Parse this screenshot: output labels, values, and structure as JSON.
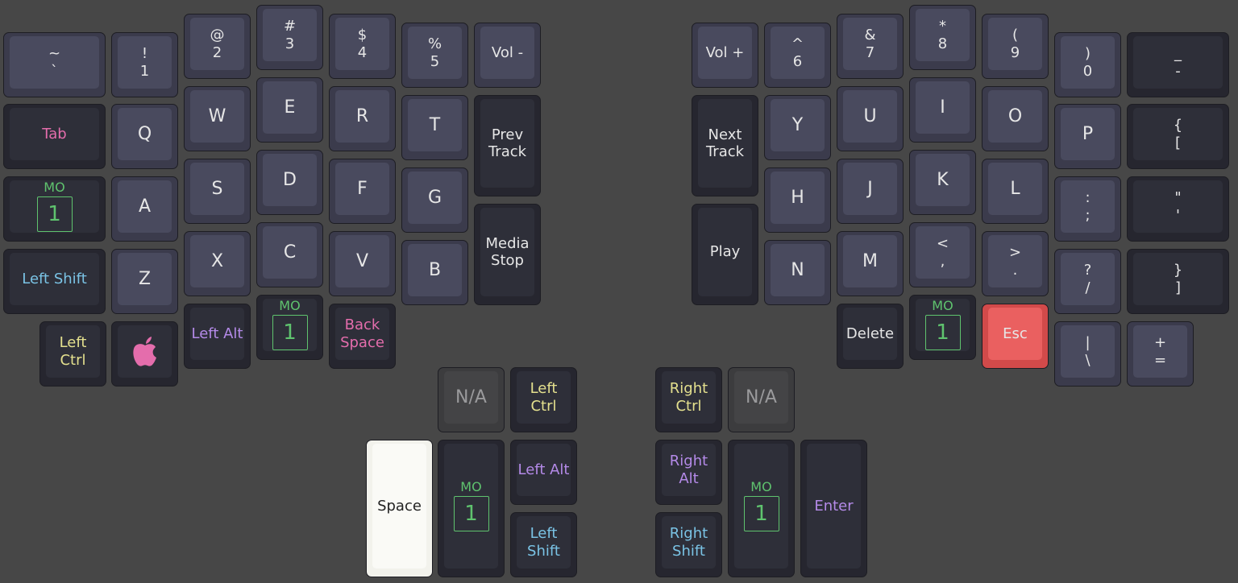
{
  "colors": {
    "default": "#e6e6e6",
    "pink": "#e46dac",
    "green": "#5fc36e",
    "blue": "#7ac3e5",
    "yellow": "#e4e08e",
    "purple": "#b48ae8",
    "dark": "#222222",
    "na": "#9a9a9c"
  },
  "keys": [
    {
      "id": "tilde",
      "l": [
        "~",
        "`"
      ],
      "t": "alpha",
      "c": "default",
      "s": "sym"
    },
    {
      "id": "1",
      "l": [
        "!",
        "1"
      ],
      "t": "alpha",
      "c": "default",
      "s": "sym"
    },
    {
      "id": "2",
      "l": [
        "@",
        "2"
      ],
      "t": "alpha",
      "c": "default",
      "s": "sym"
    },
    {
      "id": "3",
      "l": [
        "#",
        "3"
      ],
      "t": "alpha",
      "c": "default",
      "s": "sym"
    },
    {
      "id": "4",
      "l": [
        "$",
        "4"
      ],
      "t": "alpha",
      "c": "default",
      "s": "sym"
    },
    {
      "id": "5",
      "l": [
        "%",
        "5"
      ],
      "t": "alpha",
      "c": "default",
      "s": "sym"
    },
    {
      "id": "vol-down",
      "l": [
        "Vol -"
      ],
      "t": "alpha",
      "c": "default",
      "s": "word"
    },
    {
      "id": "vol-up",
      "l": [
        "Vol +"
      ],
      "t": "alpha",
      "c": "default",
      "s": "word"
    },
    {
      "id": "6",
      "l": [
        "^",
        "6"
      ],
      "t": "alpha",
      "c": "default",
      "s": "sym"
    },
    {
      "id": "7",
      "l": [
        "&",
        "7"
      ],
      "t": "alpha",
      "c": "default",
      "s": "sym"
    },
    {
      "id": "8",
      "l": [
        "*",
        "8"
      ],
      "t": "alpha",
      "c": "default",
      "s": "sym"
    },
    {
      "id": "9",
      "l": [
        "(",
        "9"
      ],
      "t": "alpha",
      "c": "default",
      "s": "sym"
    },
    {
      "id": "0",
      "l": [
        ")",
        "0"
      ],
      "t": "alpha",
      "c": "default",
      "s": "sym"
    },
    {
      "id": "minus",
      "l": [
        "_",
        "-"
      ],
      "t": "mod",
      "c": "default",
      "s": "sym"
    },
    {
      "id": "tab",
      "l": [
        "Tab"
      ],
      "t": "mod",
      "c": "pink",
      "s": "word"
    },
    {
      "id": "q",
      "l": [
        "Q"
      ],
      "t": "alpha",
      "c": "default",
      "s": "big"
    },
    {
      "id": "w",
      "l": [
        "W"
      ],
      "t": "alpha",
      "c": "default",
      "s": "big"
    },
    {
      "id": "e",
      "l": [
        "E"
      ],
      "t": "alpha",
      "c": "default",
      "s": "big"
    },
    {
      "id": "r",
      "l": [
        "R"
      ],
      "t": "alpha",
      "c": "default",
      "s": "big"
    },
    {
      "id": "t",
      "l": [
        "T"
      ],
      "t": "alpha",
      "c": "default",
      "s": "big"
    },
    {
      "id": "prev-track",
      "l": [
        "Prev",
        "Track"
      ],
      "t": "mod",
      "c": "default",
      "s": "word"
    },
    {
      "id": "next-track",
      "l": [
        "Next",
        "Track"
      ],
      "t": "mod",
      "c": "default",
      "s": "word"
    },
    {
      "id": "y",
      "l": [
        "Y"
      ],
      "t": "alpha",
      "c": "default",
      "s": "big"
    },
    {
      "id": "u",
      "l": [
        "U"
      ],
      "t": "alpha",
      "c": "default",
      "s": "big"
    },
    {
      "id": "i",
      "l": [
        "I"
      ],
      "t": "alpha",
      "c": "default",
      "s": "big"
    },
    {
      "id": "o",
      "l": [
        "O"
      ],
      "t": "alpha",
      "c": "default",
      "s": "big"
    },
    {
      "id": "p",
      "l": [
        "P"
      ],
      "t": "alpha",
      "c": "default",
      "s": "big"
    },
    {
      "id": "bracket",
      "l": [
        "{",
        "["
      ],
      "t": "mod",
      "c": "default",
      "s": "sym"
    },
    {
      "id": "mo-left-outer",
      "mo": "MO",
      "n": "1",
      "t": "mod",
      "c": "green"
    },
    {
      "id": "a",
      "l": [
        "A"
      ],
      "t": "alpha",
      "c": "default",
      "s": "big"
    },
    {
      "id": "s",
      "l": [
        "S"
      ],
      "t": "alpha",
      "c": "default",
      "s": "big"
    },
    {
      "id": "d",
      "l": [
        "D"
      ],
      "t": "alpha",
      "c": "default",
      "s": "big"
    },
    {
      "id": "f",
      "l": [
        "F"
      ],
      "t": "alpha",
      "c": "default",
      "s": "big"
    },
    {
      "id": "g",
      "l": [
        "G"
      ],
      "t": "alpha",
      "c": "default",
      "s": "big"
    },
    {
      "id": "media-stop",
      "l": [
        "Media",
        "Stop"
      ],
      "t": "mod",
      "c": "default",
      "s": "word"
    },
    {
      "id": "play",
      "l": [
        "Play"
      ],
      "t": "mod",
      "c": "default",
      "s": "word"
    },
    {
      "id": "h",
      "l": [
        "H"
      ],
      "t": "alpha",
      "c": "default",
      "s": "big"
    },
    {
      "id": "j",
      "l": [
        "J"
      ],
      "t": "alpha",
      "c": "default",
      "s": "big"
    },
    {
      "id": "k",
      "l": [
        "K"
      ],
      "t": "alpha",
      "c": "default",
      "s": "big"
    },
    {
      "id": "l",
      "l": [
        "L"
      ],
      "t": "alpha",
      "c": "default",
      "s": "big"
    },
    {
      "id": "semicolon",
      "l": [
        ":",
        ";"
      ],
      "t": "alpha",
      "c": "default",
      "s": "sym"
    },
    {
      "id": "quote",
      "l": [
        "\"",
        "'"
      ],
      "t": "mod",
      "c": "default",
      "s": "sym"
    },
    {
      "id": "left-shift",
      "l": [
        "Left Shift"
      ],
      "t": "mod",
      "c": "blue",
      "s": "word"
    },
    {
      "id": "z",
      "l": [
        "Z"
      ],
      "t": "alpha",
      "c": "default",
      "s": "big"
    },
    {
      "id": "x",
      "l": [
        "X"
      ],
      "t": "alpha",
      "c": "default",
      "s": "big"
    },
    {
      "id": "c",
      "l": [
        "C"
      ],
      "t": "alpha",
      "c": "default",
      "s": "big"
    },
    {
      "id": "v",
      "l": [
        "V"
      ],
      "t": "alpha",
      "c": "default",
      "s": "big"
    },
    {
      "id": "b",
      "l": [
        "B"
      ],
      "t": "alpha",
      "c": "default",
      "s": "big"
    },
    {
      "id": "n",
      "l": [
        "N"
      ],
      "t": "alpha",
      "c": "default",
      "s": "big"
    },
    {
      "id": "m",
      "l": [
        "M"
      ],
      "t": "alpha",
      "c": "default",
      "s": "big"
    },
    {
      "id": "comma",
      "l": [
        "<",
        ","
      ],
      "t": "alpha",
      "c": "default",
      "s": "sym"
    },
    {
      "id": "period",
      "l": [
        ">",
        "."
      ],
      "t": "alpha",
      "c": "default",
      "s": "sym"
    },
    {
      "id": "slash",
      "l": [
        "?",
        "/"
      ],
      "t": "alpha",
      "c": "default",
      "s": "sym"
    },
    {
      "id": "brace-close",
      "l": [
        "}",
        "]"
      ],
      "t": "mod",
      "c": "default",
      "s": "sym"
    },
    {
      "id": "left-ctrl",
      "l": [
        "Left",
        "Ctrl"
      ],
      "t": "mod",
      "c": "yellow",
      "s": "word"
    },
    {
      "id": "apple",
      "icon": "apple-icon",
      "t": "mod",
      "c": "pink"
    },
    {
      "id": "left-alt",
      "l": [
        "Left Alt"
      ],
      "t": "mod",
      "c": "purple",
      "s": "word"
    },
    {
      "id": "mo-left-bottom",
      "mo": "MO",
      "n": "1",
      "t": "mod",
      "c": "green"
    },
    {
      "id": "backspace",
      "l": [
        "Back",
        "Space"
      ],
      "t": "mod",
      "c": "pink",
      "s": "word"
    },
    {
      "id": "delete",
      "l": [
        "Delete"
      ],
      "t": "mod",
      "c": "default",
      "s": "word"
    },
    {
      "id": "mo-right-bottom",
      "mo": "MO",
      "n": "1",
      "t": "mod",
      "c": "green"
    },
    {
      "id": "esc",
      "l": [
        "Esc"
      ],
      "t": "esc",
      "c": "default",
      "s": "word"
    },
    {
      "id": "backslash",
      "l": [
        "|",
        "\\"
      ],
      "t": "alpha",
      "c": "default",
      "s": "sym"
    },
    {
      "id": "equals",
      "l": [
        "+",
        "="
      ],
      "t": "alpha",
      "c": "default",
      "s": "sym"
    },
    {
      "id": "na-left",
      "l": [
        "N/A"
      ],
      "t": "na",
      "c": "na",
      "s": "big"
    },
    {
      "id": "thumb-left-ctrl",
      "l": [
        "Left",
        "Ctrl"
      ],
      "t": "mod",
      "c": "yellow",
      "s": "word"
    },
    {
      "id": "thumb-right-ctrl",
      "l": [
        "Right",
        "Ctrl"
      ],
      "t": "mod",
      "c": "yellow",
      "s": "word"
    },
    {
      "id": "na-right",
      "l": [
        "N/A"
      ],
      "t": "na",
      "c": "na",
      "s": "big"
    },
    {
      "id": "space",
      "l": [
        "Space"
      ],
      "t": "space",
      "c": "dark",
      "s": "word"
    },
    {
      "id": "mo-thumb-left",
      "mo": "MO",
      "n": "1",
      "t": "mod",
      "c": "green"
    },
    {
      "id": "thumb-left-alt",
      "l": [
        "Left Alt"
      ],
      "t": "mod",
      "c": "purple",
      "s": "word"
    },
    {
      "id": "thumb-right-alt",
      "l": [
        "Right",
        "Alt"
      ],
      "t": "mod",
      "c": "purple",
      "s": "word"
    },
    {
      "id": "mo-thumb-right",
      "mo": "MO",
      "n": "1",
      "t": "mod",
      "c": "green"
    },
    {
      "id": "enter",
      "l": [
        "Enter"
      ],
      "t": "mod",
      "c": "purple",
      "s": "word"
    },
    {
      "id": "thumb-left-shift",
      "l": [
        "Left",
        "Shift"
      ],
      "t": "mod",
      "c": "blue",
      "s": "word"
    },
    {
      "id": "thumb-right-shift",
      "l": [
        "Right",
        "Shift"
      ],
      "t": "mod",
      "c": "blue",
      "s": "word"
    }
  ]
}
